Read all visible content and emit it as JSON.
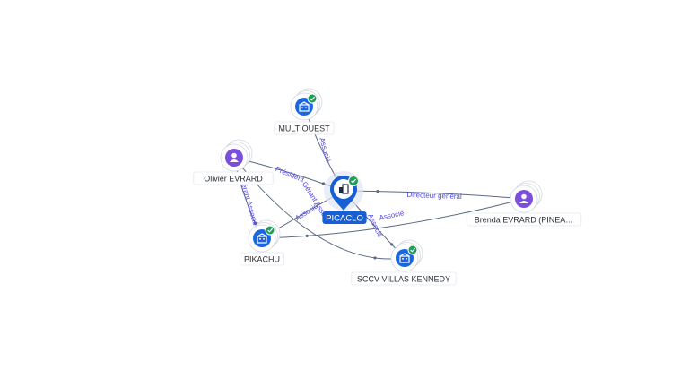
{
  "graph": {
    "center": {
      "id": "picaclo",
      "label": "PICACLO",
      "type": "company",
      "verified": true
    },
    "nodes": [
      {
        "id": "multiouest",
        "label": "MULTIOUEST",
        "type": "company",
        "verified": true
      },
      {
        "id": "olivier",
        "label": "Olivier EVRARD",
        "type": "person",
        "verified": false
      },
      {
        "id": "brenda",
        "label": "Brenda EVRARD (PINEA…",
        "type": "person",
        "verified": false
      },
      {
        "id": "pikachu",
        "label": "PIKACHU",
        "type": "company",
        "verified": true
      },
      {
        "id": "sccv",
        "label": "SCCV VILLAS KENNEDY",
        "type": "company",
        "verified": true
      }
    ],
    "edges": [
      {
        "from": "multiouest",
        "to": "picaclo",
        "label": "Associé"
      },
      {
        "from": "olivier",
        "to": "picaclo",
        "label": "Président"
      },
      {
        "from": "brenda",
        "to": "picaclo",
        "label": "Directeur général"
      },
      {
        "from": "olivier",
        "to": "pikachu",
        "label": "Gérant Associé"
      },
      {
        "from": "picaclo",
        "to": "pikachu",
        "label": "Associé"
      },
      {
        "from": "brenda",
        "to": "pikachu",
        "label": "Associé"
      },
      {
        "from": "picaclo",
        "to": "sccv",
        "label": "Associé"
      },
      {
        "from": "olivier",
        "to": "sccv",
        "label": "Gérant Associé"
      }
    ]
  },
  "icons": {
    "company": "building-icon",
    "person": "person-icon",
    "verified": "check-badge-icon",
    "center": "map-pin-icon"
  },
  "colors": {
    "company": "#1a66e0",
    "person": "#7b4fdc",
    "verified": "#1e9e55",
    "edge": "#5a6a82",
    "edge_label": "#4f46e5",
    "center_label_bg": "#1560d4"
  }
}
